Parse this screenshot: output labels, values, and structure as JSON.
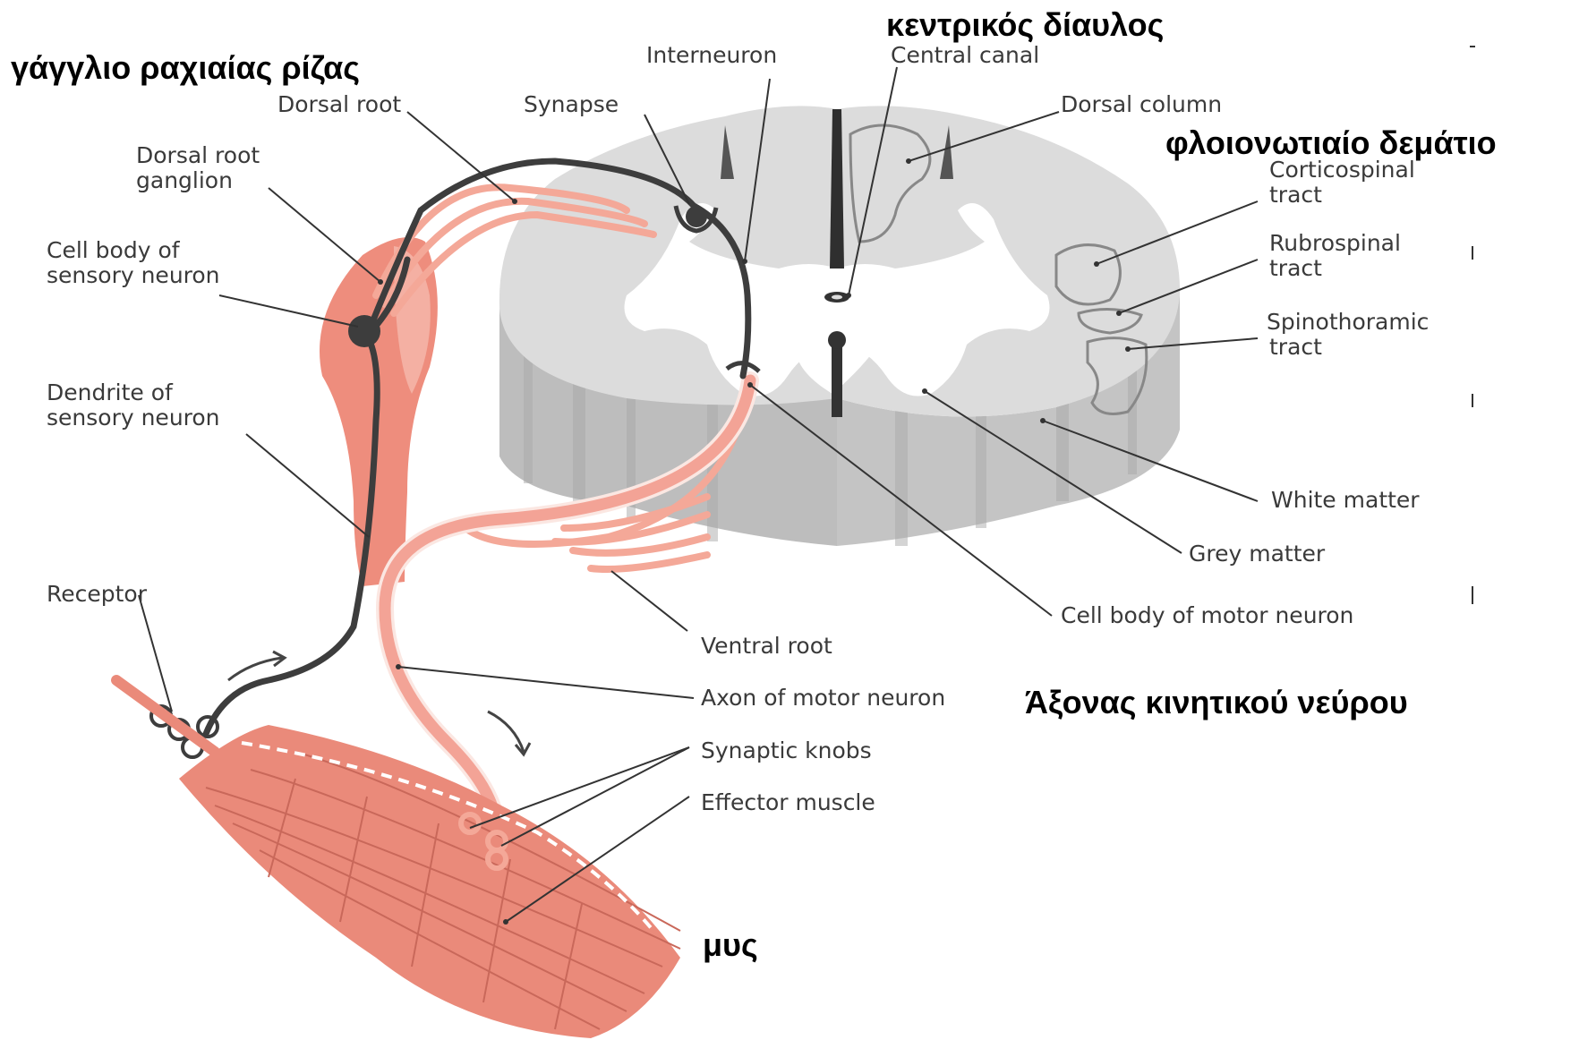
{
  "labels": {
    "interneuron": "Interneuron",
    "central_canal": "Central canal",
    "dorsal_root": "Dorsal root",
    "synapse": "Synapse",
    "dorsal_column": "Dorsal column",
    "dorsal_root_ganglion_1": "Dorsal root",
    "dorsal_root_ganglion_2": "ganglion",
    "cell_body_sensory_1": "Cell body of",
    "cell_body_sensory_2": "sensory neuron",
    "corticospinal_1": "Corticospinal",
    "corticospinal_2": "tract",
    "rubrospinal_1": "Rubrospinal",
    "rubrospinal_2": "tract",
    "spinothoramic_1": "Spinothoramic",
    "spinothoramic_2": "tract",
    "dendrite_sensory_1": "Dendrite of",
    "dendrite_sensory_2": "sensory neuron",
    "white_matter": "White matter",
    "grey_matter": "Grey matter",
    "receptor": "Receptor",
    "cell_body_motor": "Cell body of motor neuron",
    "ventral_root": "Ventral root",
    "axon_motor": "Axon of motor neuron",
    "synaptic_knobs": "Synaptic knobs",
    "effector_muscle": "Effector muscle"
  },
  "greek": {
    "central_canal": "κεντρικός δίαυλος",
    "dorsal_root_ganglion": "γάγγλιο ραχιαίας ρίζας",
    "corticospinal": "φλοιονωτιαίο δεμάτιο",
    "motor_axon": "Άξονας κινητικού νεύρου",
    "muscle": "μυς"
  },
  "colors": {
    "grey_matter": "#ffffff",
    "white_matter": "#d9d9d9",
    "cord_side": "#b8b8b8",
    "nerve": "#f4a898",
    "ganglion": "#ec8b7b",
    "muscle": "#ea8a7a",
    "sensory_neuron": "#3d3d3d"
  }
}
